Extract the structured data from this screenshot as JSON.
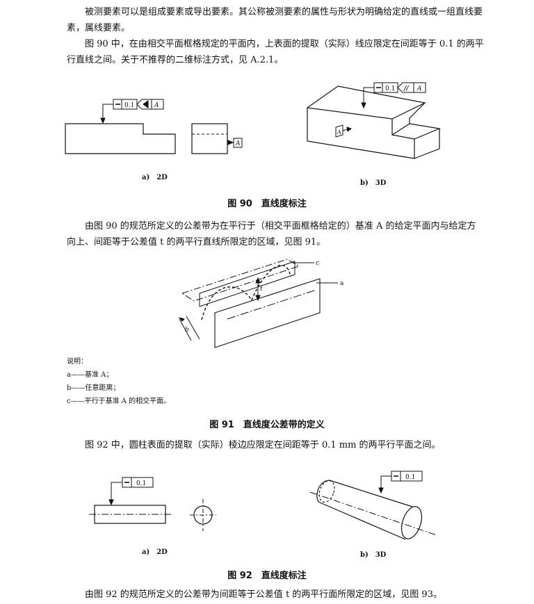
{
  "paragraphs": {
    "p1": "被测要素可以是组成要素或导出要素。其公称被测要素的属性与形状为明确给定的直线或一组直线要素，属线要素。",
    "p2": "图 90 中，在由相交平面框格规定的平面内，上表面的提取（实际）线应限定在间距等于 0.1 的两平行直线之间。关于不推荐的二维标注方式，见 A.2.1。",
    "p3": "由图 90 的规范所定义的公差带为在平行于（相交平面框格给定的）基准 A 的给定平面内与给定方向上、间距等于公差值 t 的两平行直线所限定的区域，见图 91。",
    "p4": "图 92 中，圆柱表面的提取（实际）棱边应限定在间距等于 0.1 mm 的两平行平面之间。",
    "p5": "由图 92 的规范所定义的公差带为间距等于公差值 t 的两平行面所限定的区域，见图 93。"
  },
  "fig90": {
    "caption": "图 90　直线度标注",
    "sub_a": "a)　2D",
    "sub_b": "b)　3D",
    "tolerance": "0.1",
    "datum": "A",
    "parallel_symbol": "//"
  },
  "fig91": {
    "caption": "图 91　直线度公差带的定义",
    "labels": {
      "a": "a",
      "b": "b",
      "c": "c",
      "t": "t"
    },
    "legend_title": "说明：",
    "legend": [
      "a——基准 A；",
      "b——任意距离；",
      "c——平行于基准 A 的相交平面。"
    ]
  },
  "fig92": {
    "caption": "图 92　直线度标注",
    "sub_a": "a)　2D",
    "sub_b": "b)　3D",
    "tolerance": "0.1"
  }
}
